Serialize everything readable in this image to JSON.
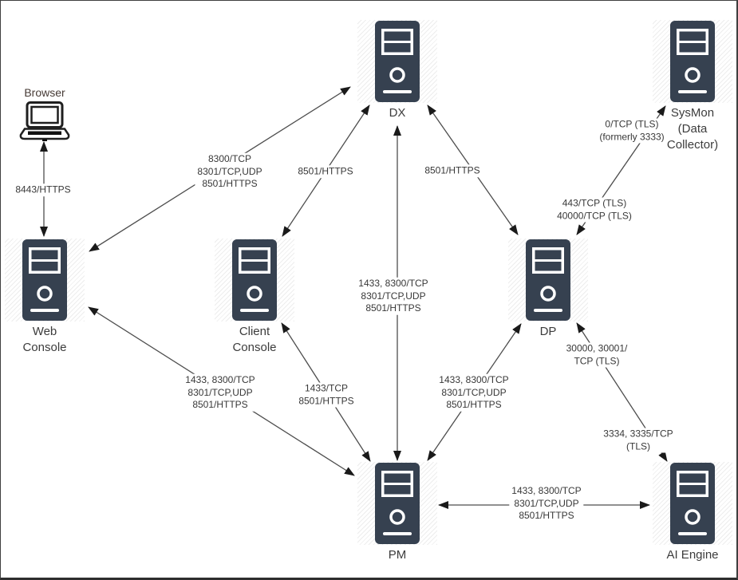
{
  "nodes": {
    "browser": {
      "label": "Browser"
    },
    "web_console": {
      "label": "Web\nConsole"
    },
    "client_console": {
      "label": "Client\nConsole"
    },
    "dx": {
      "label": "DX"
    },
    "sysmon": {
      "label": "SysMon\n(Data\nCollector)"
    },
    "dp": {
      "label": "DP"
    },
    "pm": {
      "label": "PM"
    },
    "ai_engine": {
      "label": "AI Engine"
    }
  },
  "edges": {
    "browser_web_console": {
      "label": "8443/HTTPS"
    },
    "web_console_dx": {
      "label": "8300/TCP\n8301/TCP,UDP\n8501/HTTPS"
    },
    "client_console_dx": {
      "label": "8501/HTTPS"
    },
    "dp_dx": {
      "label": "8501/HTTPS"
    },
    "dx_pm": {
      "label": "1433, 8300/TCP\n8301/TCP,UDP\n8501/HTTPS"
    },
    "web_console_pm": {
      "label": "1433, 8300/TCP\n8301/TCP,UDP\n8501/HTTPS"
    },
    "client_console_pm": {
      "label": "1433/TCP\n8501/HTTPS"
    },
    "dp_pm": {
      "label": "1433, 8300/TCP\n8301/TCP,UDP\n8501/HTTPS"
    },
    "dp_sysmon_upper": {
      "label": "0/TCP (TLS)\n(formerly 3333)"
    },
    "dp_sysmon_lower": {
      "label": "443/TCP (TLS)\n40000/TCP (TLS)"
    },
    "dp_ai_engine_upper": {
      "label": "30000, 30001/\nTCP (TLS)"
    },
    "dp_ai_engine_lower": {
      "label": "3334, 3335/TCP\n(TLS)"
    },
    "pm_ai_engine": {
      "label": "1433, 8300/TCP\n8301/TCP,UDP\n8501/HTTPS"
    }
  },
  "colors": {
    "server_fill": "#364150",
    "connector": "#4d4d4d",
    "arrowhead": "#1a1a1a",
    "label_text": "#383838"
  }
}
